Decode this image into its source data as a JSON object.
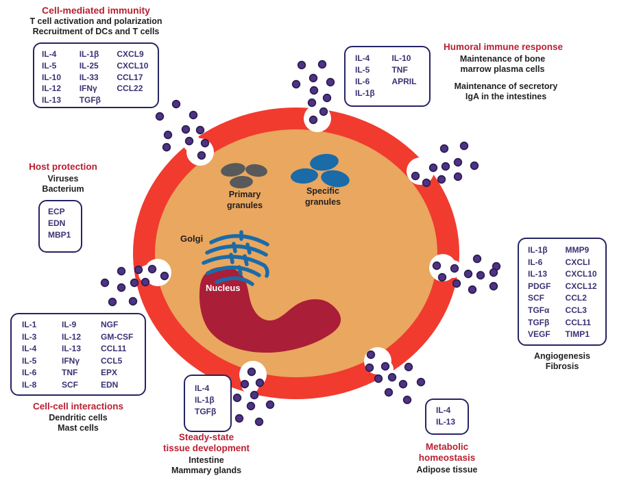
{
  "figure": {
    "sections": {
      "cell_mediated": {
        "title": "Cell-mediated immunity",
        "desc": [
          "T cell activation and polarization",
          "Recruitment of DCs and T cells"
        ],
        "cols": [
          [
            "IL-4",
            "IL-5",
            "IL-10",
            "IL-12",
            "IL-13"
          ],
          [
            "IL-1β",
            "IL-25",
            "IL-33",
            "IFNγ",
            "TGFβ"
          ],
          [
            "CXCL9",
            "CXCL10",
            "CCL17",
            "CCL22"
          ]
        ]
      },
      "humoral": {
        "title": "Humoral immune response",
        "desc1": [
          "Maintenance of bone",
          "marrow plasma cells"
        ],
        "desc2": [
          "Maintenance of secretory",
          "IgA in the intestines"
        ],
        "cols": [
          [
            "IL-4",
            "IL-5",
            "IL-6",
            "IL-1β"
          ],
          [
            "IL-10",
            "TNF",
            "APRIL"
          ]
        ]
      },
      "host_protection": {
        "title": "Host protection",
        "desc": [
          "Viruses",
          "Bacterium"
        ],
        "cols": [
          [
            "ECP",
            "EDN",
            "MBP1"
          ]
        ]
      },
      "cell_cell": {
        "title": "Cell-cell interactions",
        "desc": [
          "Dendritic cells",
          "Mast cells"
        ],
        "cols": [
          [
            "IL-1",
            "IL-3",
            "IL-4",
            "IL-5",
            "IL-6",
            "IL-8"
          ],
          [
            "IL-9",
            "IL-12",
            "IL-13",
            "IFNγ",
            "TNF",
            "SCF"
          ],
          [
            "NGF",
            "GM-CSF",
            "CCL11",
            "CCL5",
            "EPX",
            "EDN"
          ]
        ]
      },
      "steady_state": {
        "title": [
          "Steady-state",
          "tissue development"
        ],
        "desc": [
          "Intestine",
          "Mammary glands"
        ],
        "cols": [
          [
            "IL-4",
            "IL-1β",
            "TGFβ"
          ]
        ]
      },
      "metabolic": {
        "title": [
          "Metabolic",
          "homeostasis"
        ],
        "desc": [
          "Adipose tissue"
        ],
        "cols": [
          [
            "IL-4",
            "IL-13"
          ]
        ]
      },
      "angio_fibrosis": {
        "desc": [
          "Angiogenesis",
          "Fibrosis"
        ],
        "cols": [
          [
            "IL-1β",
            "IL-6",
            "IL-13",
            "PDGF",
            "SCF",
            "TGFα",
            "TGFβ",
            "VEGF"
          ],
          [
            "MMP9",
            "CXCLI",
            "CXCL10",
            "CXCL12",
            "CCL2",
            "CCL3",
            "CCL11",
            "TIMP1"
          ]
        ]
      }
    },
    "cell": {
      "primary_granules": [
        "Primary",
        "granules"
      ],
      "specific_granules": [
        "Specific",
        "granules"
      ],
      "golgi": "Golgi",
      "nucleus": "Nucleus"
    },
    "colors": {
      "membrane_red": "#f13b2f",
      "cytoplasm_orange": "#e9a75f",
      "nucleus_red": "#ab1e37",
      "granule_gray": "#58595b",
      "granule_blue": "#1a6ba8",
      "secreted_dot_purple": "#4f3286",
      "box_border_navy": "#252361",
      "molecule_text_navy": "#3a3173",
      "heading_crimson": "#b92031",
      "body_text_black": "#221e20"
    }
  }
}
